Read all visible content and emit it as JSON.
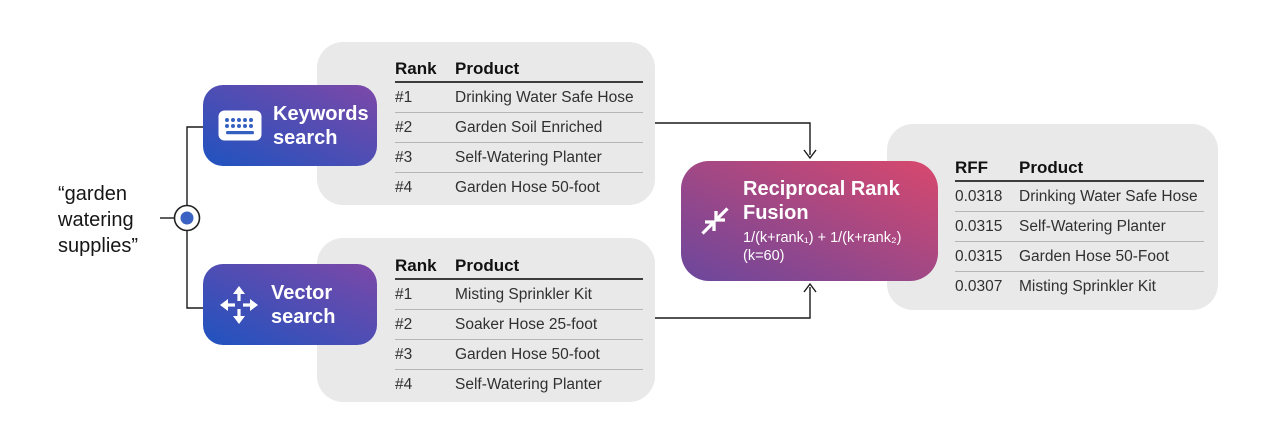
{
  "query": {
    "text": "“garden watering supplies”"
  },
  "keywords_search": {
    "label": "Keywords search",
    "icon": "keyboard-icon"
  },
  "vector_search": {
    "label": "Vector search",
    "icon": "move-arrows-icon"
  },
  "fusion": {
    "title": "Reciprocal Rank Fusion",
    "formula_line1": "1/(k+rank₁) + 1/(k+rank₂)",
    "formula_line2": "(k=60)",
    "icon": "collapse-arrows-icon"
  },
  "keywords_table": {
    "headers": {
      "rank": "Rank",
      "product": "Product"
    },
    "rows": [
      {
        "rank": "#1",
        "product": "Drinking Water Safe Hose"
      },
      {
        "rank": "#2",
        "product": "Garden Soil Enriched"
      },
      {
        "rank": "#3",
        "product": "Self-Watering Planter"
      },
      {
        "rank": "#4",
        "product": "Garden Hose 50-foot"
      }
    ]
  },
  "vector_table": {
    "headers": {
      "rank": "Rank",
      "product": "Product"
    },
    "rows": [
      {
        "rank": "#1",
        "product": "Misting Sprinkler Kit"
      },
      {
        "rank": "#2",
        "product": "Soaker Hose 25-foot"
      },
      {
        "rank": "#3",
        "product": "Garden Hose 50-foot"
      },
      {
        "rank": "#4",
        "product": "Self-Watering Planter"
      }
    ]
  },
  "fusion_table": {
    "headers": {
      "rff": "RFF",
      "product": "Product"
    },
    "rows": [
      {
        "rff": "0.0318",
        "product": "Drinking Water Safe Hose"
      },
      {
        "rff": "0.0315",
        "product": "Self-Watering Planter"
      },
      {
        "rff": "0.0315",
        "product": "Garden Hose 50-Foot"
      },
      {
        "rff": "0.0307",
        "product": "Misting Sprinkler Kit"
      }
    ]
  },
  "colors": {
    "card_bg": "#e9e9e9",
    "search_gradient_start": "#1f53c0",
    "search_gradient_end": "#7d48a8",
    "fusion_gradient_start": "#6b479d",
    "fusion_gradient_end": "#d8486d",
    "query_node_dot": "#3b63c3",
    "connector_line": "#1a1a1a",
    "header_rule": "#3c3c3c",
    "row_rule": "#b5b5b5"
  }
}
